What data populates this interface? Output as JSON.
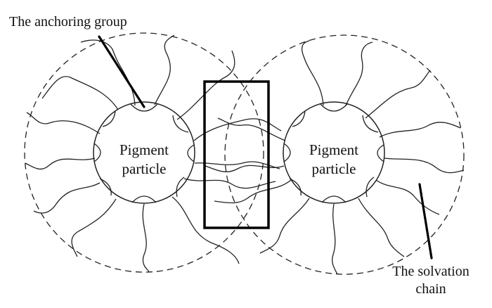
{
  "labels": {
    "anchoring_group": "The anchoring group",
    "solvation_chain_line1": "The solvation",
    "solvation_chain_line2": "chain"
  },
  "particles": [
    {
      "line1": "Pigment",
      "line2": "particle"
    },
    {
      "line1": "Pigment",
      "line2": "particle"
    }
  ]
}
